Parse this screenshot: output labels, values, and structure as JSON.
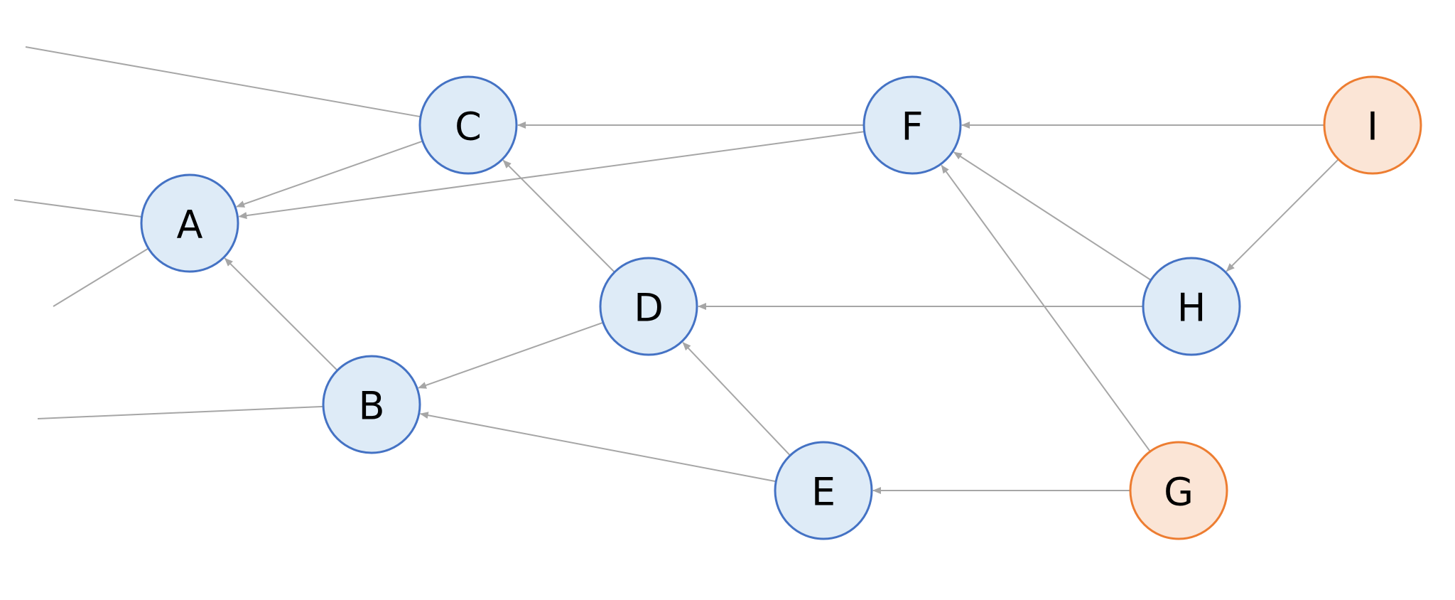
{
  "diagram": {
    "colors": {
      "default_fill": "#deebf7",
      "default_stroke": "#4472c4",
      "source_fill": "#fbe5d6",
      "source_stroke": "#ed7d31",
      "edge": "#a6a6a6"
    },
    "nodes": [
      {
        "id": "A",
        "label": "A",
        "kind": "default"
      },
      {
        "id": "B",
        "label": "B",
        "kind": "default"
      },
      {
        "id": "C",
        "label": "C",
        "kind": "default"
      },
      {
        "id": "D",
        "label": "D",
        "kind": "default"
      },
      {
        "id": "E",
        "label": "E",
        "kind": "default"
      },
      {
        "id": "F",
        "label": "F",
        "kind": "default"
      },
      {
        "id": "G",
        "label": "G",
        "kind": "source"
      },
      {
        "id": "H",
        "label": "H",
        "kind": "default"
      },
      {
        "id": "I",
        "label": "I",
        "kind": "source"
      }
    ],
    "edges": [
      {
        "from": "C",
        "to": "A"
      },
      {
        "from": "F",
        "to": "A"
      },
      {
        "from": "B",
        "to": "A"
      },
      {
        "from": "F",
        "to": "C"
      },
      {
        "from": "D",
        "to": "C"
      },
      {
        "from": "D",
        "to": "B"
      },
      {
        "from": "E",
        "to": "B"
      },
      {
        "from": "E",
        "to": "D"
      },
      {
        "from": "H",
        "to": "D"
      },
      {
        "from": "G",
        "to": "E"
      },
      {
        "from": "I",
        "to": "F"
      },
      {
        "from": "H",
        "to": "F"
      },
      {
        "from": "G",
        "to": "F"
      },
      {
        "from": "I",
        "to": "H"
      }
    ],
    "dangling_edges": [
      {
        "node": "C"
      },
      {
        "node": "A"
      },
      {
        "node": "A"
      },
      {
        "node": "B"
      }
    ]
  }
}
